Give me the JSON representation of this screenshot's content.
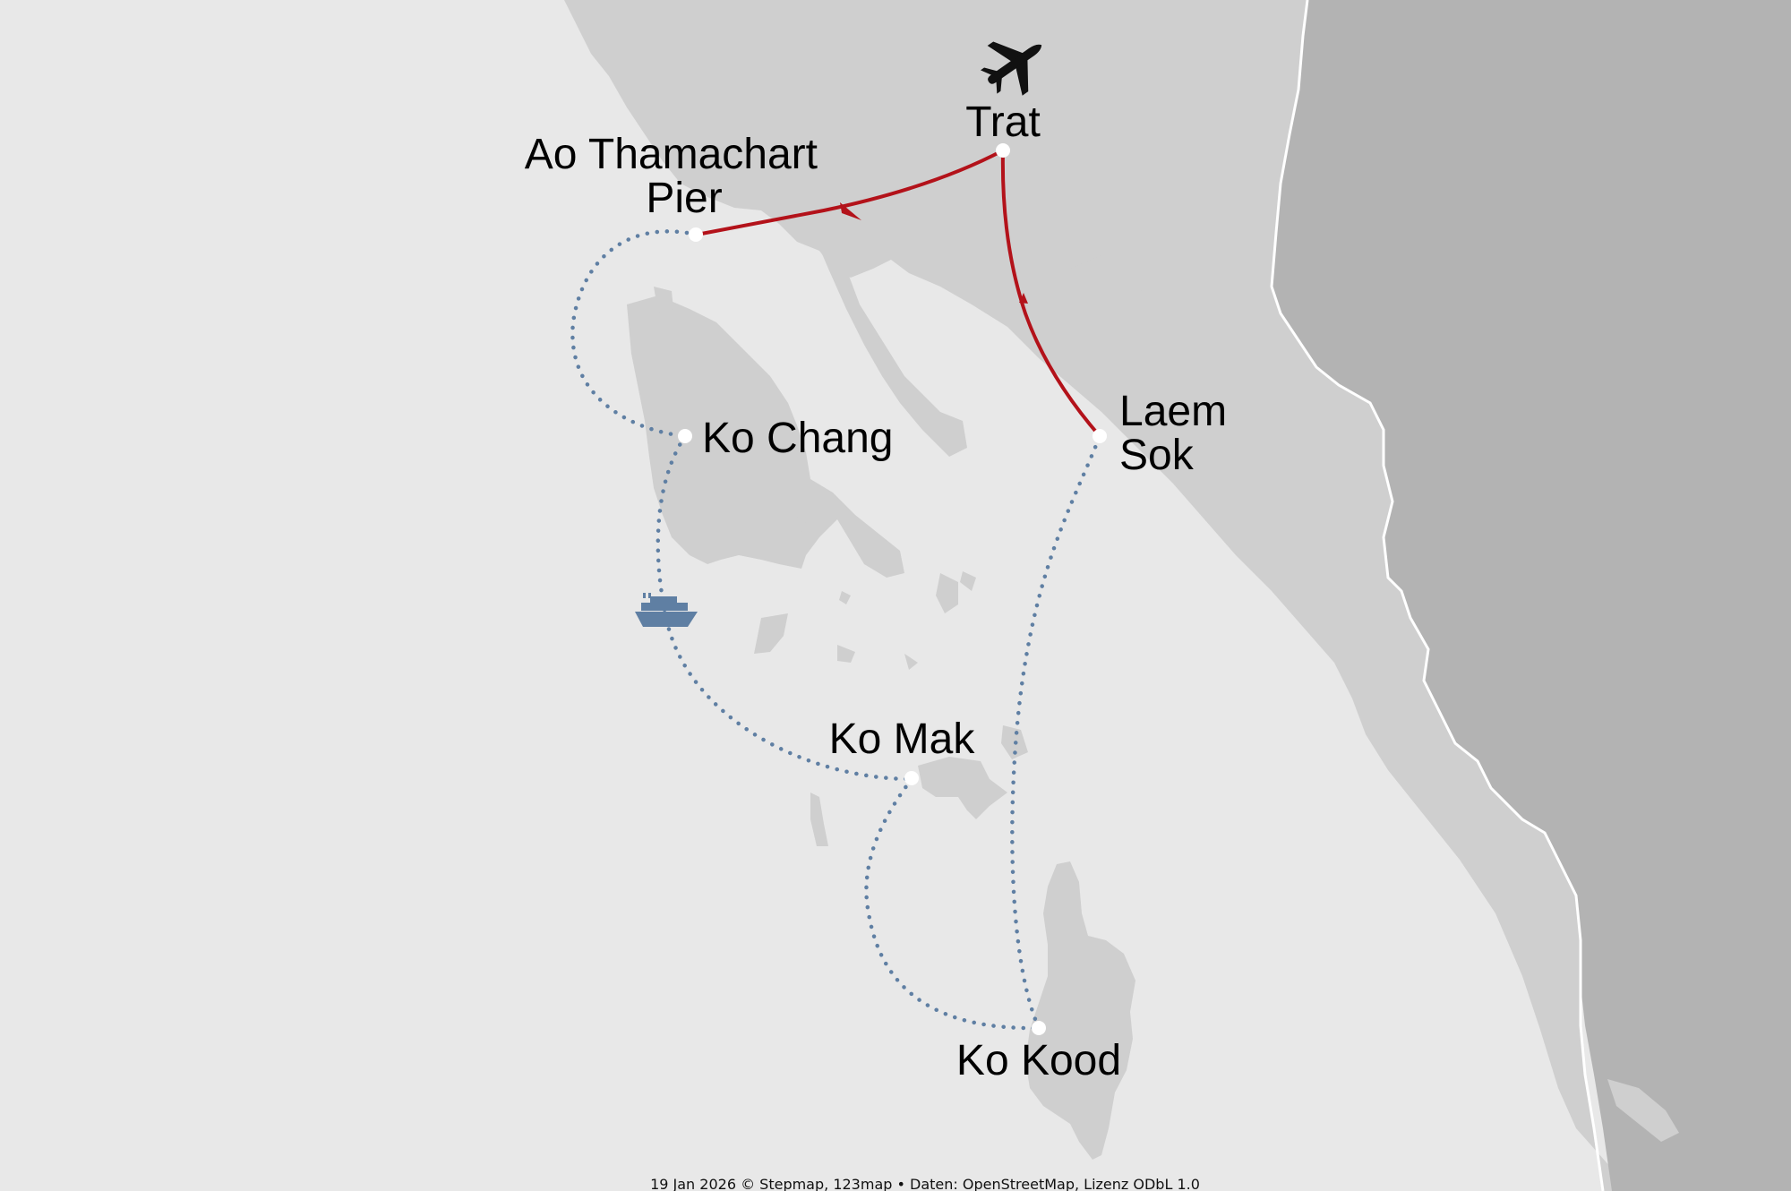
{
  "map": {
    "places": [
      {
        "id": "trat",
        "name": "Trat"
      },
      {
        "id": "ao-thamachart-pier",
        "name": "Ao Thamachart Pier",
        "lines": [
          "Ao Thamachart",
          "Pier"
        ]
      },
      {
        "id": "laem-sok",
        "name": "Laem Sok",
        "lines": [
          "Laem",
          "Sok"
        ]
      },
      {
        "id": "ko-chang",
        "name": "Ko Chang"
      },
      {
        "id": "ko-mak",
        "name": "Ko Mak"
      },
      {
        "id": "ko-kood",
        "name": "Ko Kood"
      }
    ],
    "routes": [
      {
        "from": "Trat",
        "to": "Ao Thamachart Pier",
        "mode": "road",
        "color": "#b3121a"
      },
      {
        "from": "Laem Sok",
        "to": "Trat",
        "mode": "road",
        "color": "#b3121a"
      },
      {
        "from": "Ao Thamachart Pier",
        "to": "Ko Chang",
        "mode": "ferry",
        "color": "#5f7fa3"
      },
      {
        "from": "Ko Chang",
        "to": "Ko Mak",
        "mode": "ferry",
        "color": "#5f7fa3"
      },
      {
        "from": "Ko Mak",
        "to": "Ko Kood",
        "mode": "ferry",
        "color": "#5f7fa3"
      },
      {
        "from": "Ko Kood",
        "to": "Laem Sok",
        "mode": "ferry",
        "color": "#5f7fa3"
      }
    ],
    "icons": {
      "airport": "airplane-icon",
      "ferry": "ferry-icon"
    },
    "colors": {
      "sea": "#e8e8e8",
      "land": "#cfcfcf",
      "neighbor_country": "#b3b3b3",
      "border": "#ffffff"
    },
    "footer": "19 Jan 2026 © Stepmap, 123map • Daten: OpenStreetMap, Lizenz ODbL 1.0"
  }
}
